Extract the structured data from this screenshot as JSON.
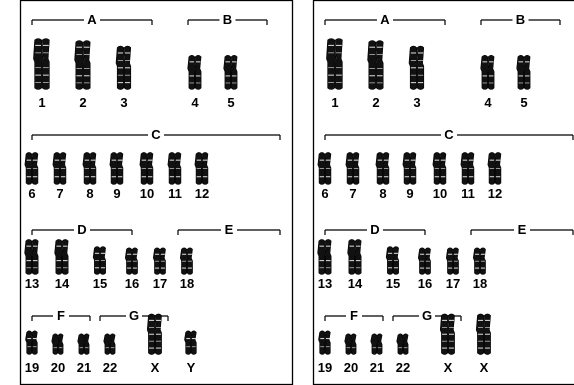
{
  "group_labels": {
    "A": "A",
    "B": "B",
    "C": "C",
    "D": "D",
    "E": "E",
    "F": "F",
    "G": "G"
  },
  "panels": [
    {
      "name": "karyotype-male",
      "chromosomes": [
        {
          "label": "1",
          "size": 1.0
        },
        {
          "label": "2",
          "size": 0.95
        },
        {
          "label": "3",
          "size": 0.82
        },
        {
          "label": "4",
          "size": 0.6
        },
        {
          "label": "5",
          "size": 0.6
        },
        {
          "label": "6",
          "size": 0.55
        },
        {
          "label": "7",
          "size": 0.55
        },
        {
          "label": "8",
          "size": 0.55
        },
        {
          "label": "9",
          "size": 0.55
        },
        {
          "label": "10",
          "size": 0.55
        },
        {
          "label": "11",
          "size": 0.55
        },
        {
          "label": "12",
          "size": 0.55
        },
        {
          "label": "13",
          "size": 0.62
        },
        {
          "label": "14",
          "size": 0.62
        },
        {
          "label": "15",
          "size": 0.45
        },
        {
          "label": "16",
          "size": 0.42
        },
        {
          "label": "17",
          "size": 0.42
        },
        {
          "label": "18",
          "size": 0.42
        },
        {
          "label": "19",
          "size": 0.35
        },
        {
          "label": "20",
          "size": 0.28
        },
        {
          "label": "21",
          "size": 0.28
        },
        {
          "label": "22",
          "size": 0.28
        },
        {
          "label": "X",
          "size": 0.75
        },
        {
          "label": "Y",
          "size": 0.35
        }
      ]
    },
    {
      "name": "karyotype-female",
      "chromosomes": [
        {
          "label": "1",
          "size": 1.0
        },
        {
          "label": "2",
          "size": 0.95
        },
        {
          "label": "3",
          "size": 0.82
        },
        {
          "label": "4",
          "size": 0.6
        },
        {
          "label": "5",
          "size": 0.6
        },
        {
          "label": "6",
          "size": 0.55
        },
        {
          "label": "7",
          "size": 0.55
        },
        {
          "label": "8",
          "size": 0.55
        },
        {
          "label": "9",
          "size": 0.55
        },
        {
          "label": "10",
          "size": 0.55
        },
        {
          "label": "11",
          "size": 0.55
        },
        {
          "label": "12",
          "size": 0.55
        },
        {
          "label": "13",
          "size": 0.62
        },
        {
          "label": "14",
          "size": 0.62
        },
        {
          "label": "15",
          "size": 0.45
        },
        {
          "label": "16",
          "size": 0.42
        },
        {
          "label": "17",
          "size": 0.42
        },
        {
          "label": "18",
          "size": 0.42
        },
        {
          "label": "19",
          "size": 0.35
        },
        {
          "label": "20",
          "size": 0.28
        },
        {
          "label": "21",
          "size": 0.28
        },
        {
          "label": "22",
          "size": 0.28
        },
        {
          "label": "X",
          "size": 0.75
        },
        {
          "label": "X",
          "size": 0.75
        }
      ]
    }
  ]
}
